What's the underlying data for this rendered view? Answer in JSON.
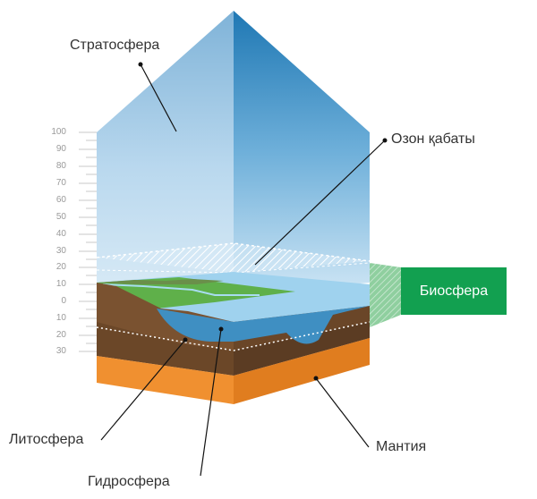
{
  "labels": {
    "stratosphere": "Стратосфера",
    "ozone_layer": "Озон қабаты",
    "biosphere": "Биосфера",
    "lithosphere": "Литосфера",
    "hydrosphere": "Гидросфера",
    "mantle": "Мантия"
  },
  "scale_ticks": [
    "100",
    "90",
    "80",
    "70",
    "60",
    "50",
    "40",
    "30",
    "20",
    "10",
    "0",
    "10",
    "20",
    "30"
  ],
  "colors": {
    "sky_left": "#a9d0ea",
    "sky_right": "#3f93c6",
    "biosphere_box": "#12a050",
    "land": "#5fb04a",
    "water": "#8ec9ea",
    "soil": "#7a5230",
    "soil_dark": "#5e3e22",
    "mantle": "#f09030",
    "leader_line": "#111111"
  }
}
